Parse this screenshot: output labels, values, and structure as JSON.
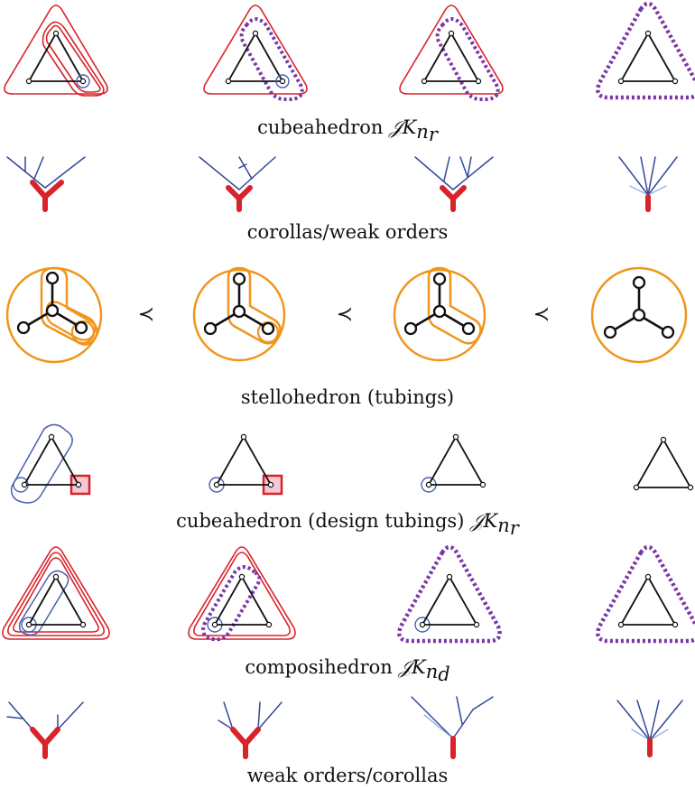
{
  "captions": {
    "row1_text": "cubeahedron ",
    "row1_sym": "𝒥K",
    "row1_sub": "n",
    "row1_subsub": "r",
    "row2": "corollas/weak orders",
    "row3": "stellohedron (tubings)",
    "row4_text": "cubeahedron (design tubings) ",
    "row4_sym": "𝒥K",
    "row4_sub": "n",
    "row4_subsub": "r",
    "row5_text": "composihedron ",
    "row5_sym": "𝒥K",
    "row5_sub": "n",
    "row5_subsub": "d",
    "row6": "weak orders/corollas"
  },
  "relation_symbol": "≺",
  "colors": {
    "edge": "#111111",
    "red_tube": "#d8232a",
    "blue_tube": "#4a5fb0",
    "purple_dotted": "#7a35a8",
    "orange_tube": "#f0961e",
    "tree_blue": "#34479a",
    "tree_red": "#d8232a",
    "design_fill": "#f6c9d2"
  }
}
